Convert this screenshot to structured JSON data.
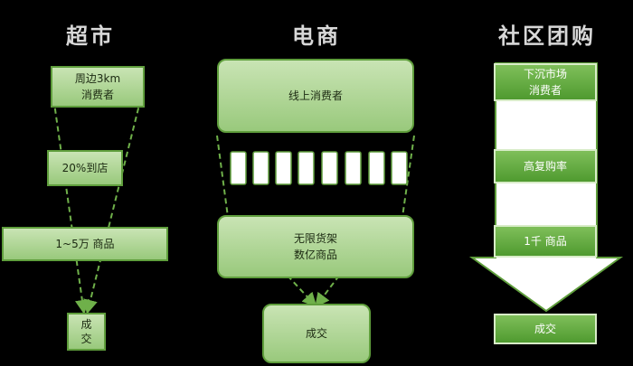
{
  "columns": {
    "supermarket": {
      "title": "超市",
      "steps": [
        "周边3km\n消费者",
        "20%到店",
        "1~5万 商品",
        "成\n交"
      ]
    },
    "ecommerce": {
      "title": "电商",
      "steps": [
        "线上消费者",
        "无限货架\n数亿商品",
        "成交"
      ]
    },
    "community": {
      "title": "社区团购",
      "steps": [
        "下沉市场\n消费者",
        "高复购率",
        "1千 商品",
        "成交"
      ]
    }
  },
  "colors": {
    "background": "#000000",
    "box_fill": "#a6d08b",
    "box_border": "#5f9e3c",
    "arrow_dash": "#6fb04a",
    "title": "#d8d8d8"
  }
}
